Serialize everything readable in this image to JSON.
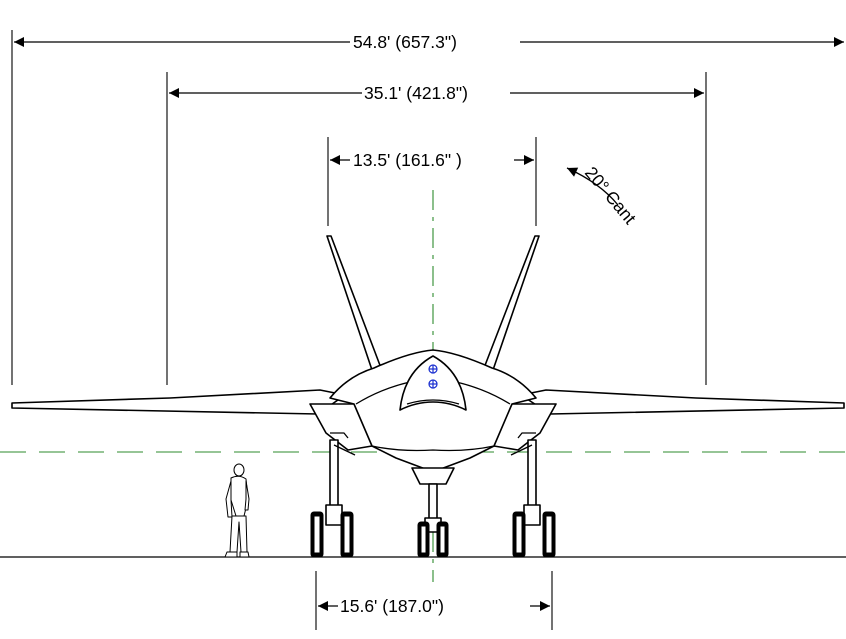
{
  "dimensions": {
    "wingspan": "54.8' (657.3\")",
    "stabilizer_span": "35.1' (421.8\")",
    "fin_span": "13.5' (161.6\" )",
    "track": "15.6' (187.0\")"
  },
  "cant_label": "20° Cant",
  "colors": {
    "centerline": "#2e8b2e",
    "reference_marks": "#1a2fd0"
  }
}
